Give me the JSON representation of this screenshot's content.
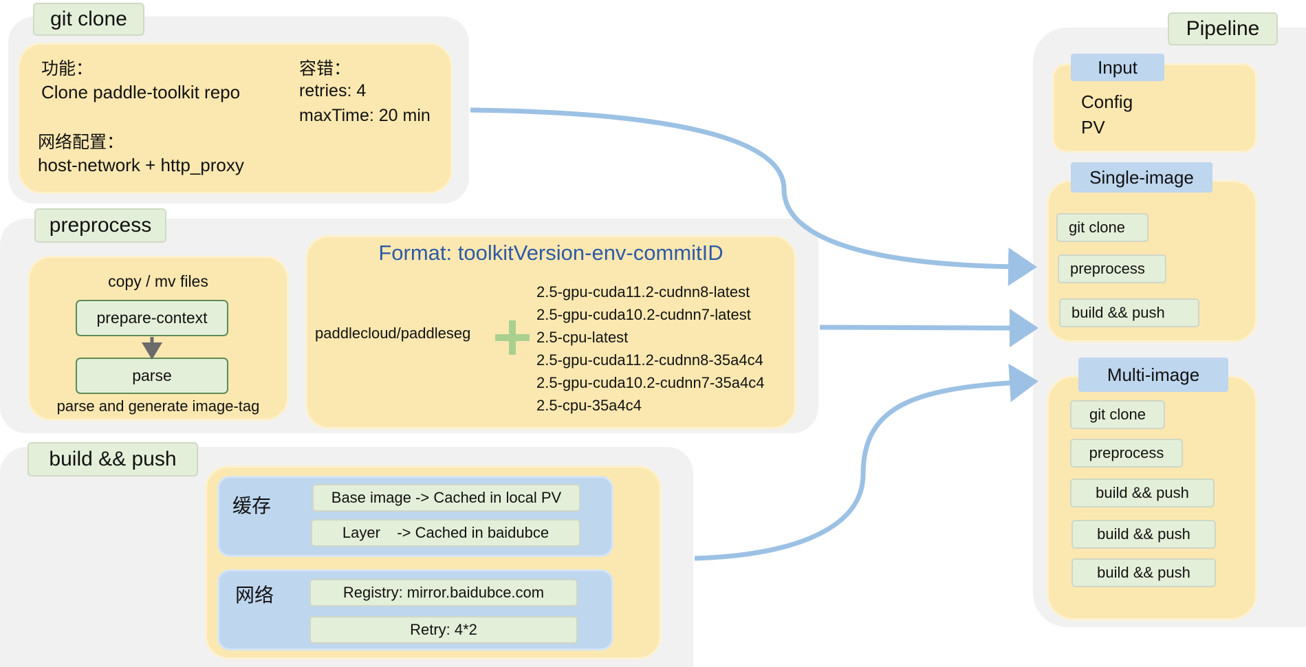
{
  "colors": {
    "panel": "#f1f1f1",
    "yellow": "#fbe8b1",
    "blue": "#bed6ee",
    "green": "#e4efd9",
    "arrow": "#9cc1e4",
    "plus": "#a9d08e",
    "format_title": "#2e5aa5"
  },
  "git_clone": {
    "title": "git clone",
    "func_label": "功能：",
    "func_value": "Clone paddle-toolkit repo",
    "fault_label": "容错：",
    "retries": "retries: 4",
    "max_time": "maxTime: 20 min",
    "net_label": "网络配置：",
    "net_value": "host-network + http_proxy"
  },
  "preprocess": {
    "title": "preprocess",
    "copy_label": "copy / mv files",
    "prepare_context": "prepare-context",
    "parse": "parse",
    "parse_desc": "parse and generate image-tag",
    "format_title": "Format: toolkitVersion-env-commitID",
    "repo": "paddlecloud/paddleseg",
    "tags": [
      "2.5-gpu-cuda11.2-cudnn8-latest",
      "2.5-gpu-cuda10.2-cudnn7-latest",
      "2.5-cpu-latest",
      "2.5-gpu-cuda11.2-cudnn8-35a4c4",
      "2.5-gpu-cuda10.2-cudnn7-35a4c4",
      "2.5-cpu-35a4c4"
    ]
  },
  "build_push": {
    "title": "build && push",
    "cache_label": "缓存",
    "cache_items": [
      "Base image -> Cached in local PV",
      "Layer    -> Cached in baidubce"
    ],
    "network_label": "网络",
    "network_items": [
      "Registry: mirror.baidubce.com",
      "Retry: 4*2"
    ]
  },
  "pipeline": {
    "title": "Pipeline",
    "input": {
      "title": "Input",
      "items": [
        "Config",
        "PV"
      ]
    },
    "single_image": {
      "title": "Single-image",
      "steps": [
        "git clone",
        "preprocess",
        "build && push"
      ]
    },
    "multi_image": {
      "title": "Multi-image",
      "steps": [
        "git clone",
        "preprocess",
        "build && push",
        "build && push",
        "build && push"
      ]
    }
  }
}
